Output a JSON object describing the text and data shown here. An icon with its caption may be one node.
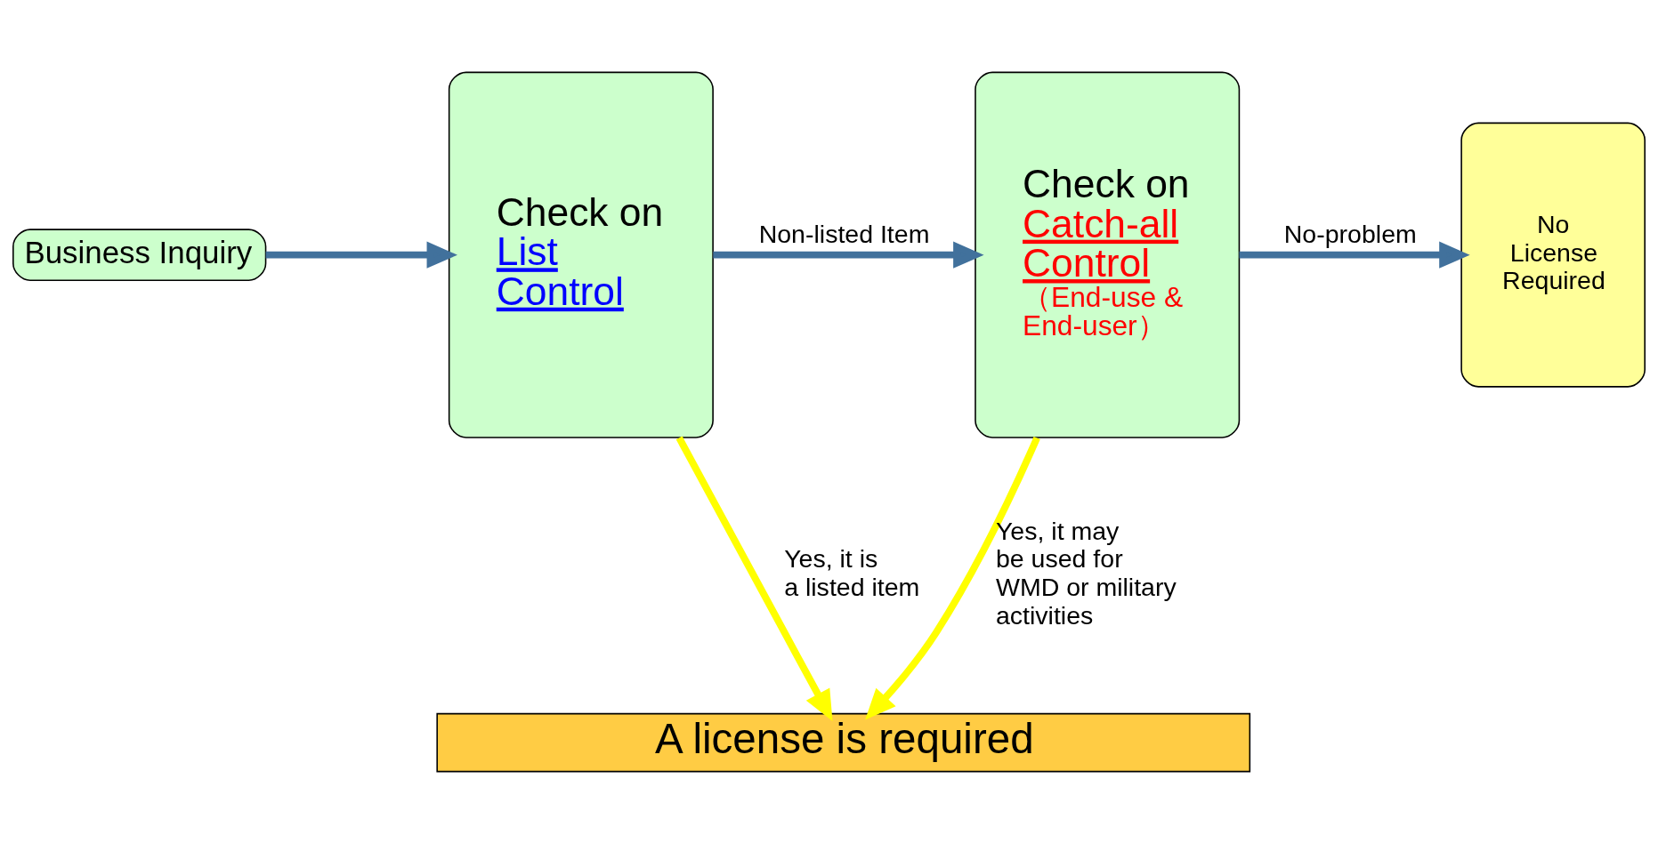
{
  "diagram": {
    "nodes": [
      {
        "text": [
          "Business Inquiry"
        ]
      },
      {
        "text": [
          "Check on",
          "List Control"
        ]
      },
      {
        "text": [
          "Check on",
          "Catch-all Control",
          "（End-use & End-user）"
        ]
      },
      {
        "text": [
          "No License Required"
        ]
      },
      {
        "text": [
          "A license is required"
        ]
      }
    ],
    "edges": [
      {
        "from": 0,
        "to": 1,
        "arrow": "to"
      },
      {
        "from": 1,
        "to": 2,
        "arrow": "to",
        "label": "Non-listed Item"
      },
      {
        "from": 2,
        "to": 3,
        "arrow": "to",
        "label": "No-problem"
      },
      {
        "from": 1,
        "to": 4,
        "arrow": "to",
        "label": "Yes, it is a listed item",
        "color": "#ffff00"
      },
      {
        "from": 2,
        "to": 4,
        "arrow": "to",
        "label": "Yes, it may be used for WMD or military activities",
        "color": "#ffff00"
      }
    ]
  }
}
